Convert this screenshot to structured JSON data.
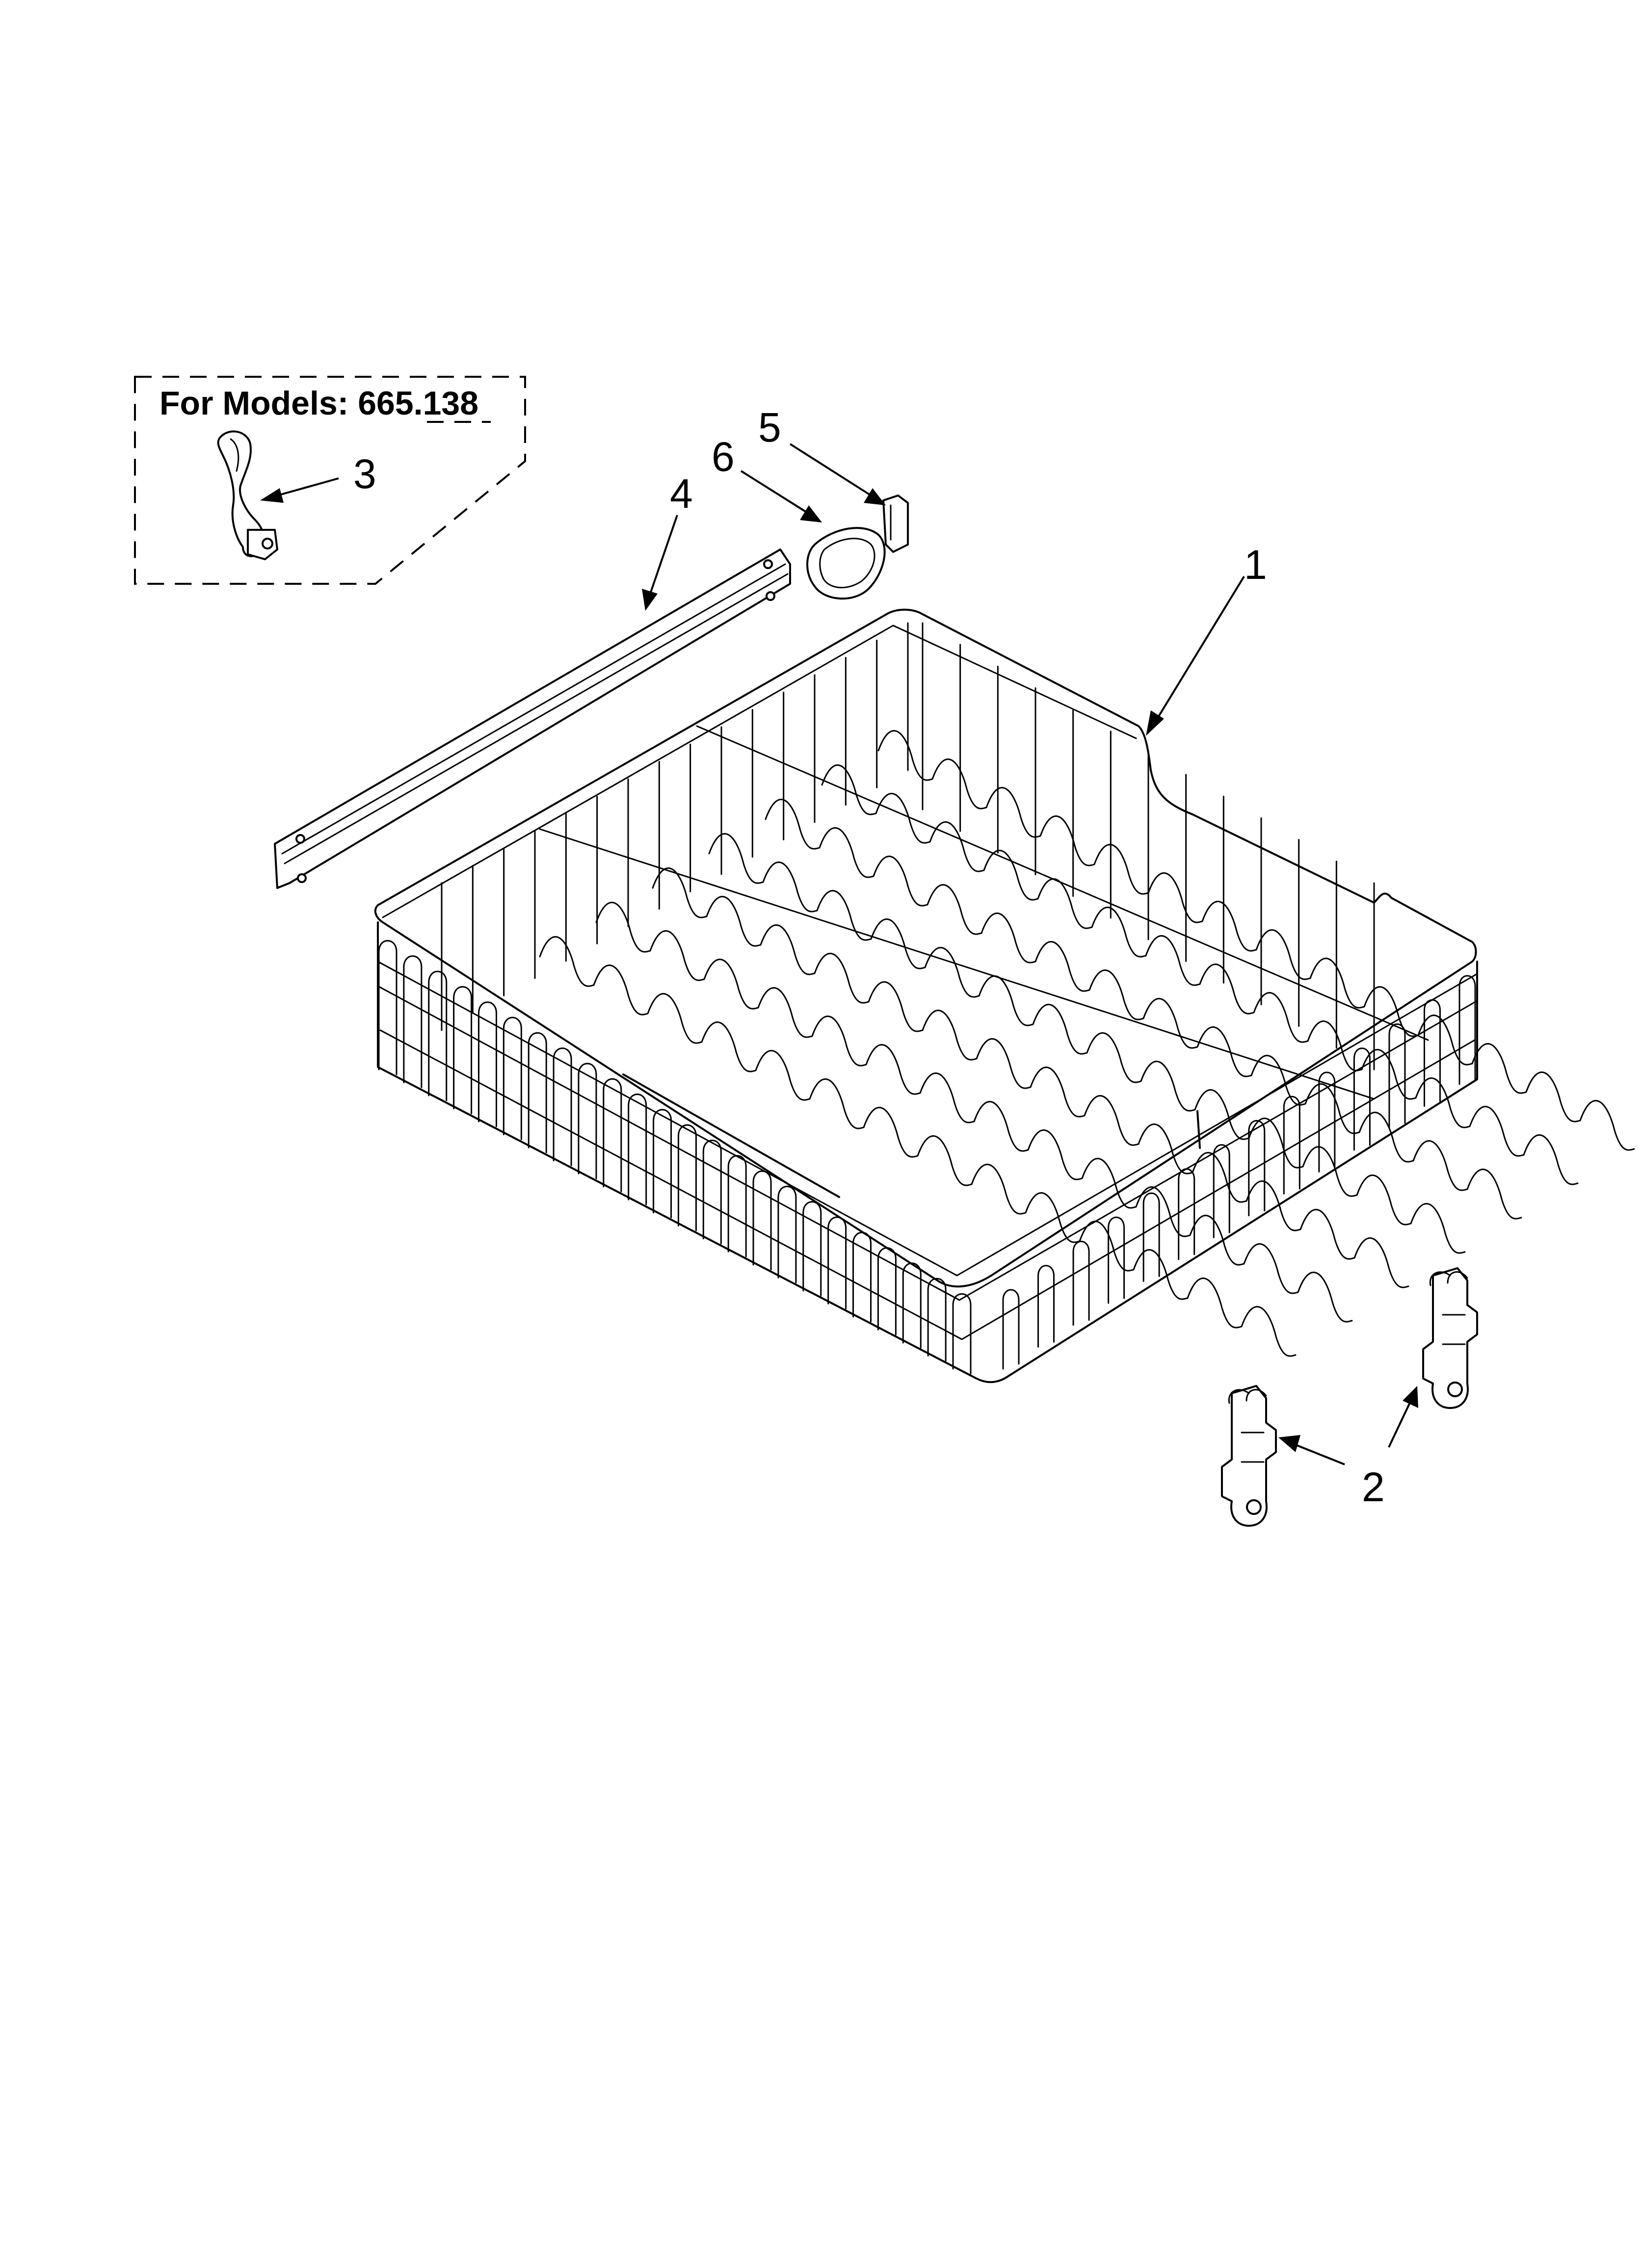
{
  "inset": {
    "model_note": "For Models: 665.138"
  },
  "callouts": [
    {
      "number": "1",
      "part": "upper-dishrack"
    },
    {
      "number": "2",
      "part": "rack-adjuster"
    },
    {
      "number": "3",
      "part": "dishrack-clip"
    },
    {
      "number": "4",
      "part": "track"
    },
    {
      "number": "5",
      "part": "clip"
    },
    {
      "number": "6",
      "part": "end-cap"
    }
  ]
}
